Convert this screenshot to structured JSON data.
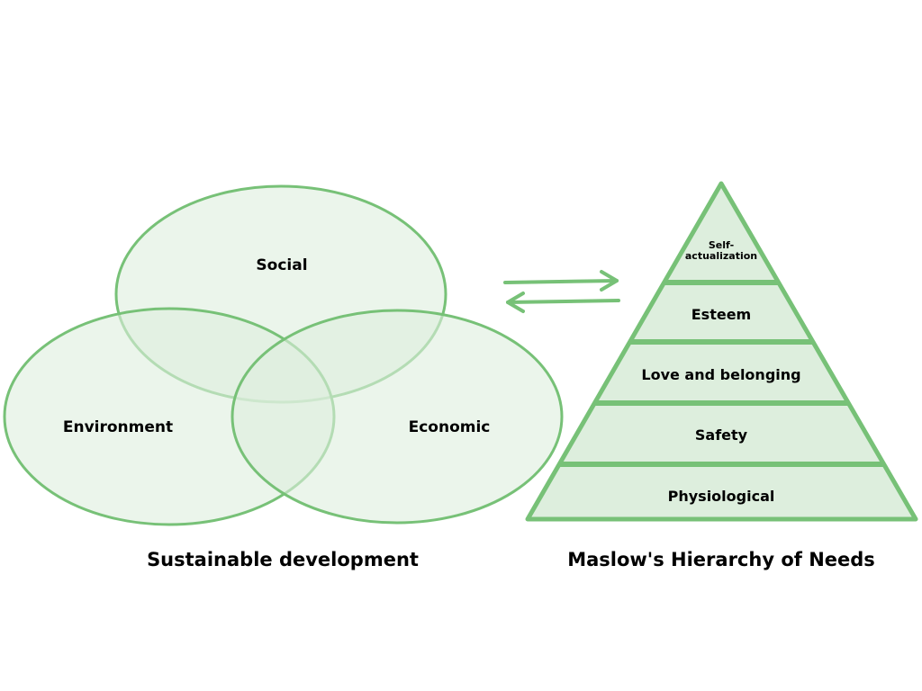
{
  "venn": {
    "title": "Sustainable development",
    "circles": [
      "Social",
      "Environment",
      "Economic"
    ]
  },
  "pyramid": {
    "title": "Maslow's Hierarchy of Needs",
    "levels": [
      "Self-",
      "actualization",
      "Esteem",
      "Love and belonging",
      "Safety",
      "Physiological"
    ]
  },
  "colors": {
    "stroke": "#77c177",
    "fill": "#ddeedd"
  }
}
